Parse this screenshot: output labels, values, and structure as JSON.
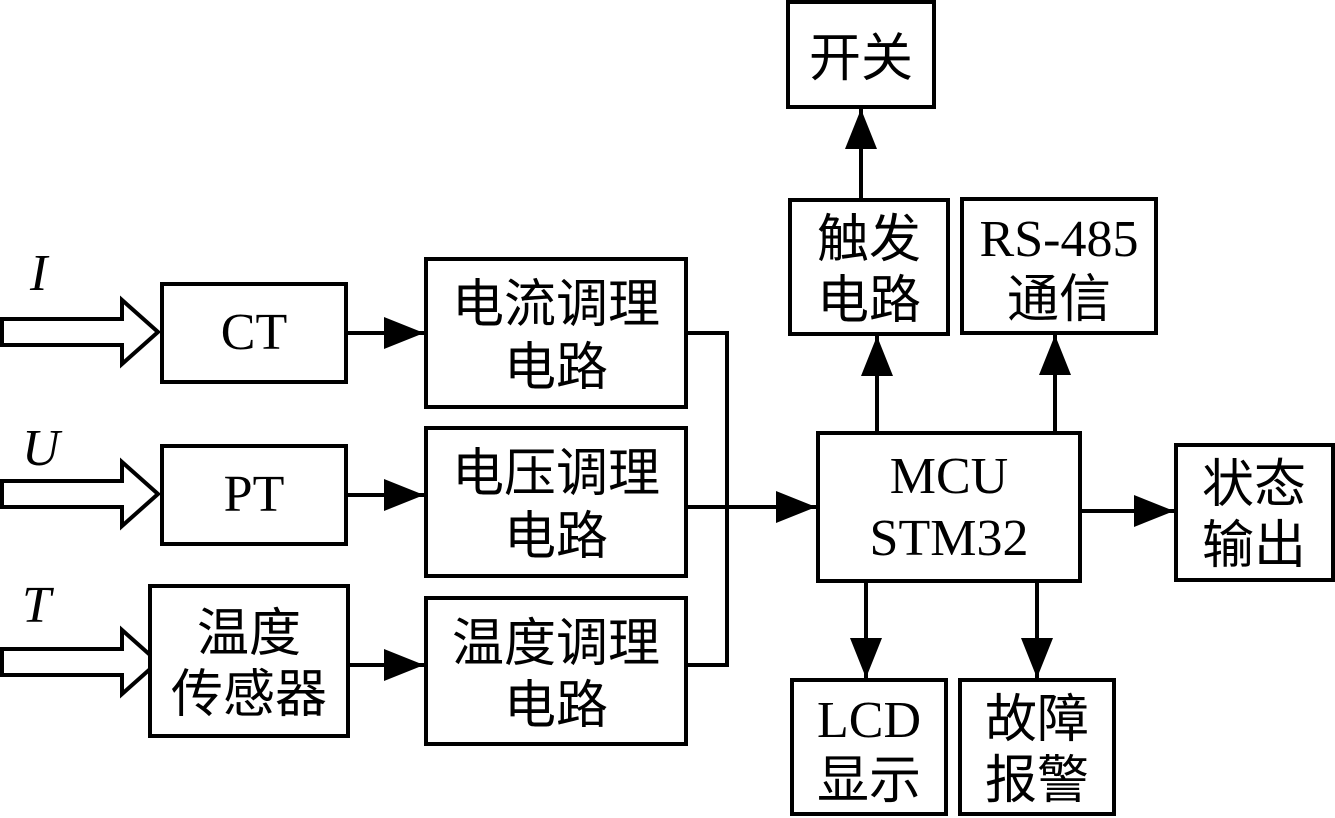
{
  "inputs": {
    "current": "I",
    "voltage": "U",
    "temperature": "T"
  },
  "sensors": {
    "ct": "CT",
    "pt": "PT",
    "temp_sensor": [
      "温度",
      "传感器"
    ]
  },
  "conditioning": {
    "current": [
      "电流调理",
      "电路"
    ],
    "voltage": [
      "电压调理",
      "电路"
    ],
    "temperature": [
      "温度调理",
      "电路"
    ]
  },
  "mcu": [
    "MCU",
    "STM32"
  ],
  "outputs": {
    "switch": "开关",
    "trigger": [
      "触发",
      "电路"
    ],
    "rs485": [
      "RS-485",
      "通信"
    ],
    "status": [
      "状态",
      "输出"
    ],
    "lcd": [
      "LCD",
      "显示"
    ],
    "alarm": [
      "故障",
      "报警"
    ]
  }
}
